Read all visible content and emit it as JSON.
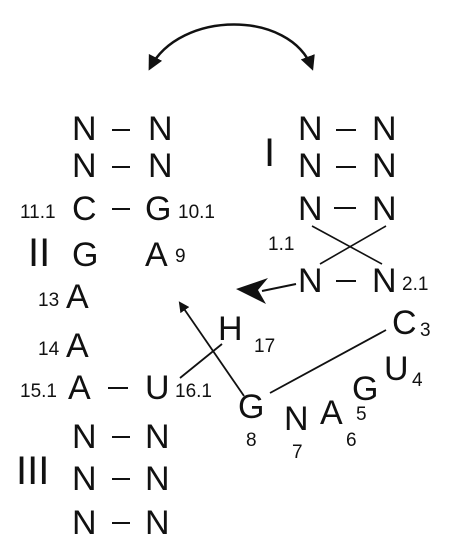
{
  "stems": {
    "I": {
      "label": "I",
      "pairs": [
        [
          "N",
          "N"
        ],
        [
          "N",
          "N"
        ],
        [
          "N",
          "N"
        ],
        [
          "N",
          "N"
        ]
      ],
      "numbers": {
        "first_5p": "1.1",
        "first_3p": "2.1"
      }
    },
    "II": {
      "label": "II",
      "pairs": [
        [
          "N",
          "N"
        ],
        [
          "N",
          "N"
        ],
        [
          "C",
          "G"
        ]
      ],
      "numbers": {
        "c": "11.1",
        "g": "10.1"
      },
      "bulge_left": "G",
      "bulge_right": {
        "base": "A",
        "number": "9"
      }
    },
    "III": {
      "label": "III",
      "pairs": [
        [
          "A",
          "U"
        ],
        [
          "N",
          "N"
        ],
        [
          "N",
          "N"
        ],
        [
          "N",
          "N"
        ]
      ],
      "numbers": {
        "a": "15.1",
        "u": "16.1"
      }
    }
  },
  "loop_left": [
    {
      "base": "A",
      "number": "13"
    },
    {
      "base": "A",
      "number": "14"
    }
  ],
  "core": [
    {
      "base": "C",
      "number": "3"
    },
    {
      "base": "U",
      "number": "4"
    },
    {
      "base": "G",
      "number": "5"
    },
    {
      "base": "A",
      "number": "6"
    },
    {
      "base": "N",
      "number": "7"
    },
    {
      "base": "G",
      "number": "8"
    },
    {
      "base": "H",
      "number": "17"
    }
  ],
  "pair_dash": "–"
}
